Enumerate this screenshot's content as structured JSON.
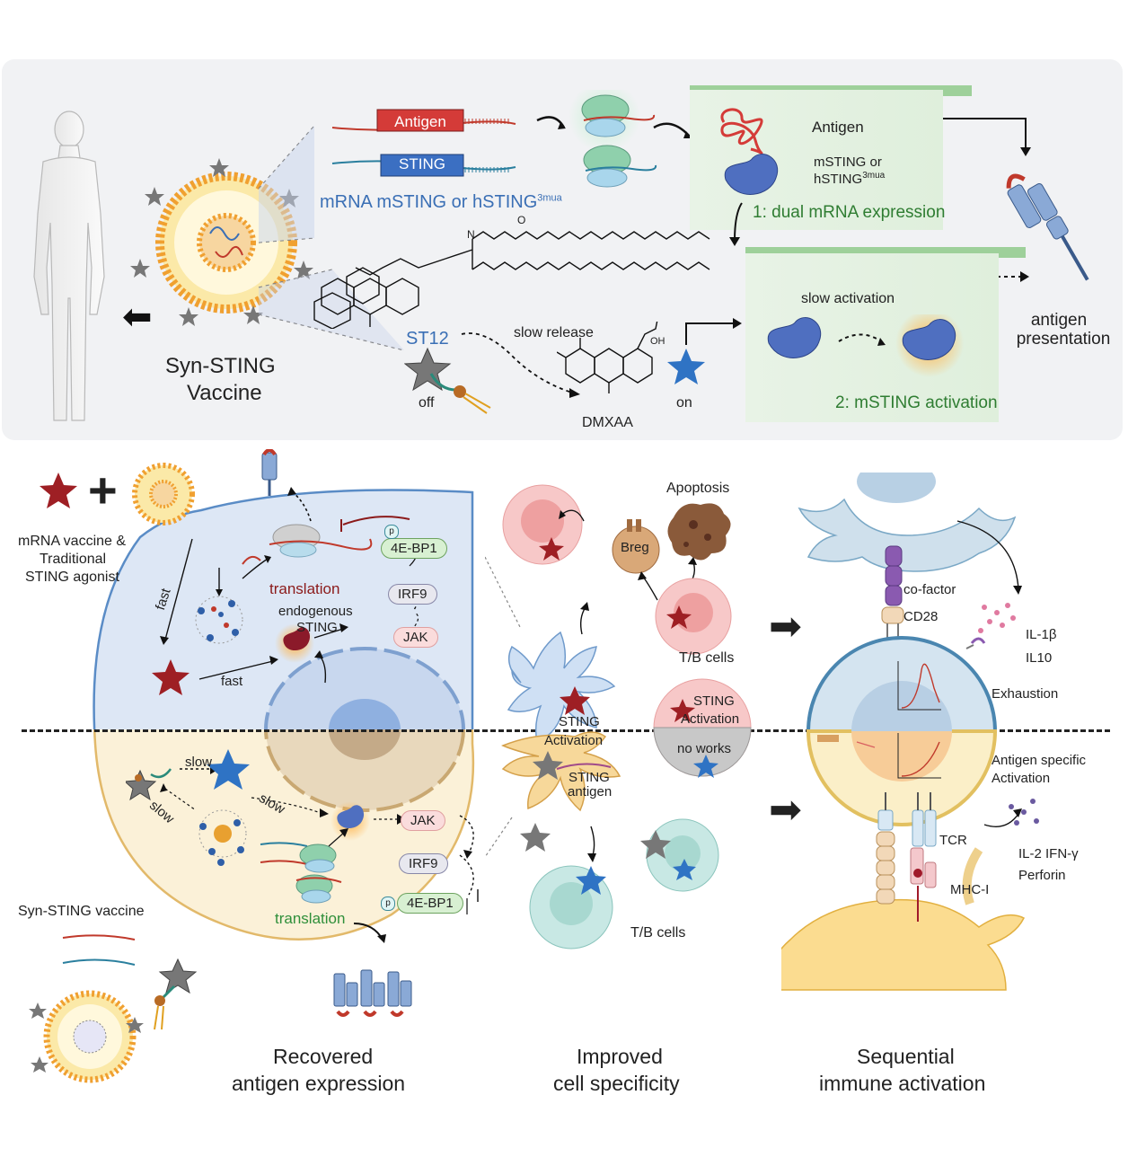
{
  "top": {
    "vaccine_title": [
      "Syn-STING",
      "Vaccine"
    ],
    "antigen_box": "Antigen",
    "sting_box": "STING",
    "mrna_label": "mRNA mSTING or hSTING",
    "mrna_sup": "3mua",
    "st12": "ST12",
    "slow_release": "slow release",
    "off": "off",
    "on": "on",
    "dmxaa": "DMXAA",
    "chem_o": "O",
    "chem_n": "N",
    "chem_oh": "OH",
    "panel1": {
      "antigen": "Antigen",
      "msting_line1": "mSTING or",
      "msting_line2": "hSTING",
      "msting_sup": "3mua",
      "caption": "1: dual mRNA expression"
    },
    "panel2": {
      "slow_activation": "slow activation",
      "caption": "2: mSTING activation"
    },
    "antigen_presentation": [
      "antigen",
      "presentation"
    ]
  },
  "left": {
    "mrna_vaccine_caption": [
      "mRNA vaccine &",
      "Traditional",
      "STING agonist"
    ],
    "fast1": "fast",
    "fast2": "fast",
    "translation_top": "translation",
    "endogenous": [
      "endogenous",
      "STING"
    ],
    "pills_top": [
      "4E-BP1",
      "IRF9",
      "JAK"
    ],
    "p_badge": "p",
    "slow1": "slow",
    "slow2": "slow",
    "slow3": "slow",
    "pills_bottom": [
      "JAK",
      "IRF9",
      "4E-BP1"
    ],
    "translation_bottom": "translation",
    "syn_caption": "Syn-STING vaccine",
    "footer": [
      "Recovered",
      "antigen expression"
    ]
  },
  "middle": {
    "apoptosis": "Apoptosis",
    "breg": "Breg",
    "tb_top": "T/B cells",
    "sting_activation_cell": [
      "STING",
      "Activation"
    ],
    "no_works": "no works",
    "sting_activation_dc": [
      "STING",
      "Activation"
    ],
    "sting_antigen": [
      "STING",
      "antigen"
    ],
    "tb_bottom": "T/B cells",
    "footer": [
      "Improved",
      "cell specificity"
    ]
  },
  "right": {
    "cofactor": "co-factor",
    "cd28": "CD28",
    "il1b": "IL-1β",
    "il10": "IL10",
    "exhaustion": "Exhaustion",
    "antigen_specific": [
      "Antigen specific",
      "Activation"
    ],
    "tcr": "TCR",
    "mhc": "MHC-I",
    "cytokines": [
      "IL-2 IFN-γ",
      "Perforin"
    ],
    "footer": [
      "Sequential",
      "immune activation"
    ]
  },
  "colors": {
    "antigen_red": "#c0392b",
    "sting_blue": "#3a6fb5",
    "panel_green": "#2f7d32",
    "top_bg": "#f1f2f4",
    "upper_cell": "#dde7f5",
    "lower_cell": "#fbf1d8"
  }
}
